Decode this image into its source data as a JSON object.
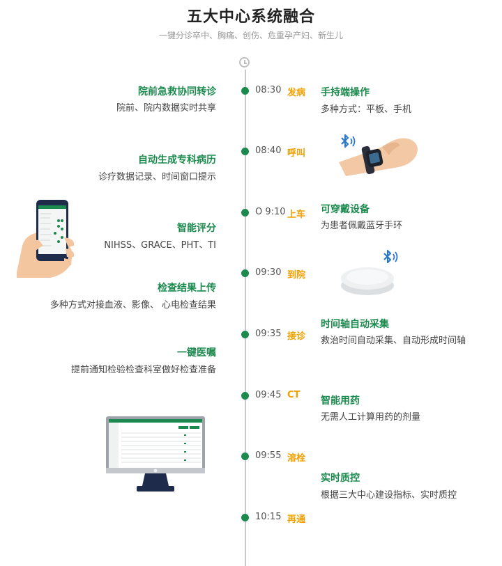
{
  "header": {
    "title": "五大中心系统融合",
    "subtitle": "一键分诊卒中、胸痛、创伤、危重孕产妇、新生儿"
  },
  "timeline": [
    {
      "time": "08:30",
      "event": "发病"
    },
    {
      "time": "08:40",
      "event": "呼叫"
    },
    {
      "time": "O 9:10",
      "event": "上车"
    },
    {
      "time": "09:30",
      "event": "到院"
    },
    {
      "time": "09:35",
      "event": "接诊"
    },
    {
      "time": "09:45",
      "event": "CT"
    },
    {
      "time": "09:55",
      "event": "溶栓"
    },
    {
      "time": "10:15",
      "event": "再通"
    }
  ],
  "left_features": [
    {
      "title": "院前急救协同转诊",
      "desc": "院前、院内数据实时共享"
    },
    {
      "title": "自动生成专科病历",
      "desc": "诊疗数据记录、时间窗口提示"
    },
    {
      "title": "智能评分",
      "desc": "NIHSS、GRACE、PHT、TI"
    },
    {
      "title": "检查结果上传",
      "desc": "多种方式对接血液、影像、 心电检查结果"
    },
    {
      "title": "一键医嘱",
      "desc": "提前通知检验检查科室做好检查准备"
    }
  ],
  "right_features": [
    {
      "title": "手持端操作",
      "desc": "多种方式：平板、手机"
    },
    {
      "title": "可穿戴设备",
      "desc": "为患者佩戴蓝牙手环"
    },
    {
      "title": "时间轴自动采集",
      "desc": "救治时间自动采集、自动形成时间轴"
    },
    {
      "title": "智能用药",
      "desc": "无需人工计算用药的剂量"
    },
    {
      "title": "实时质控",
      "desc": "根据三大中心建设指标、实时质控"
    }
  ],
  "icons": [
    "clock-icon",
    "bluetooth-icon",
    "wristband-image",
    "phone-hand-image",
    "beacon-device-image",
    "monitor-image"
  ],
  "colors": {
    "accent": "#1c8a4e",
    "event": "#f0a000",
    "axis": "#c9c9c9",
    "bluetooth": "#2b78c8"
  }
}
